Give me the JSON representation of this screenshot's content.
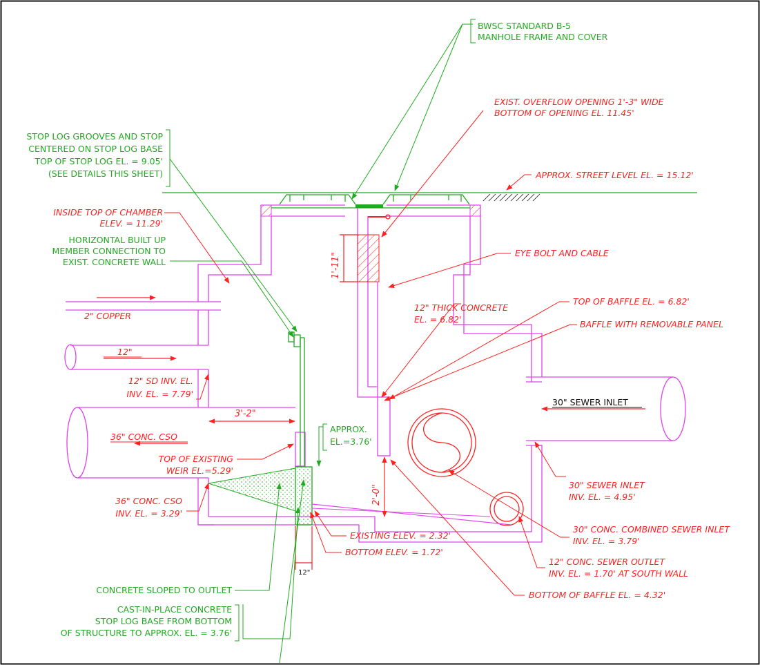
{
  "labels": {
    "manhole_frame": [
      "BWSC STANDARD B-5",
      "MANHOLE FRAME AND COVER"
    ],
    "overflow_opening": [
      "EXIST. OVERFLOW OPENING 1'-3\" WIDE",
      "BOTTOM OF OPENING EL. 11.45'"
    ],
    "stop_log": [
      "STOP LOG GROOVES AND STOP",
      "CENTERED ON STOP LOG BASE",
      "TOP OF STOP LOG EL. = 9.05'",
      "(SEE DETAILS THIS SHEET)"
    ],
    "street_level": "APPROX. STREET LEVEL EL. = 15.12'",
    "inside_top": [
      "INSIDE TOP OF CHAMBER",
      "ELEV. = 11.29'"
    ],
    "horizontal_member": [
      "HORIZONTAL BUILT UP",
      "MEMBER CONNECTION TO",
      "EXIST. CONCRETE WALL"
    ],
    "eye_bolt": "EYE BOLT AND CABLE",
    "thick_concrete": [
      "12\" THICK CONCRETE",
      "EL. = 6.82'"
    ],
    "top_baffle": "TOP OF BAFFLE EL. = 6.82'",
    "baffle_panel": "BAFFLE WITH REMOVABLE PANEL",
    "copper": "2\" COPPER",
    "pipe_12": "12\"",
    "sd_inv": [
      "12\" SD INV. EL.",
      "INV. EL. = 7.79'"
    ],
    "dim_3_2": "3'-2\"",
    "cso_36": "36\" CONC. CSO",
    "sewer_inlet_30": "30\" SEWER INLET",
    "approx_el": [
      "APPROX.",
      "EL.=3.76'"
    ],
    "top_weir": [
      "TOP OF EXISTING",
      "WEIR EL.=5.29'"
    ],
    "cso_inv": [
      "36\" CONC. CSO",
      "INV. EL. = 3.29'"
    ],
    "sewer_inlet_inv": [
      "30\" SEWER INLET",
      "INV. EL. = 4.95'"
    ],
    "combined_inlet": [
      "30\" CONC. COMBINED SEWER INLET",
      "INV. EL. = 3.79'"
    ],
    "sewer_outlet": [
      "12\" CONC. SEWER OUTLET",
      "INV. EL. = 1.70' AT SOUTH WALL"
    ],
    "existing_elev": "EXISTING ELEV. = 2.32'",
    "bottom_elev": "BOTTOM ELEV. = 1.72'",
    "bottom_baffle": "BOTTOM OF BAFFLE EL. = 4.32'",
    "concrete_sloped": "CONCRETE SLOPED TO OUTLET",
    "cast_in_place": [
      "CAST-IN-PLACE CONCRETE",
      "STOP LOG BASE FROM BOTTOM",
      "OF STRUCTURE TO APPROX. EL. = 3.76'"
    ],
    "dim_1_11": "1'-11\"",
    "dim_2_0": "2'-0\"",
    "dim_12": "12\""
  },
  "colors": {
    "wall": "#e040f0",
    "green": "#1faa1f",
    "red": "#ff2020",
    "black": "#111111"
  }
}
